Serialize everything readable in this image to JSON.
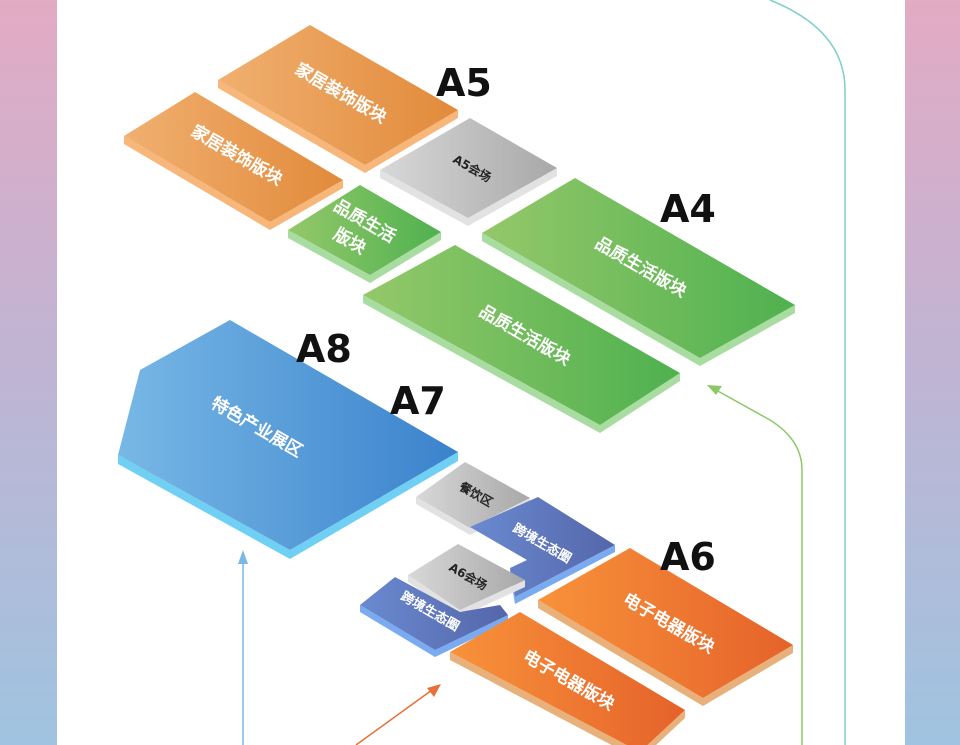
{
  "zones": {
    "a5": "A5",
    "a4": "A4",
    "a8": "A8",
    "a7": "A7",
    "a6": "A6"
  },
  "blocks": {
    "home1": "家居装饰版块",
    "home2": "家居装饰版块",
    "a5_venue": "A5会场",
    "quality_small_1": "品质生活",
    "quality_small_2": "版块",
    "quality_a4": "品质生活版块",
    "quality_lower": "品质生活版块",
    "specialty": "特色产业展区",
    "dining": "餐饮区",
    "crossborder1": "跨境生态圈",
    "a6_venue": "A6会场",
    "crossborder2": "跨境生态圈",
    "electronics1": "电子电器版块",
    "electronics2": "电子电器版块"
  },
  "colors": {
    "orange": "#e8964a",
    "green": "#6cbf5a",
    "blue": "#4a90d6",
    "gray": "#bdbdbd",
    "slate": "#5b77bd",
    "elec": "#f07a2c"
  }
}
